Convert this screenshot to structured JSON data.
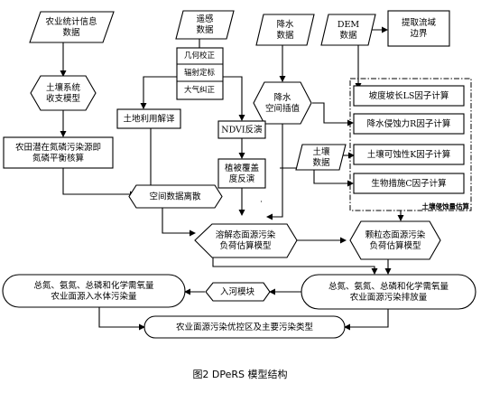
{
  "nodes": {
    "agri_stats": "农业统计信息\n数据",
    "remote_sensing": "遥感\n数据",
    "precipitation": "降水\n数据",
    "dem": "DEM\n数据",
    "extract_boundary": "提取流域\n边界",
    "soil_budget_model": "土壤系统\n收支模型",
    "geometric_correction": "几何校正",
    "radiometric_calibration": "辐射定标",
    "atmospheric_correction": "大气纠正",
    "land_use": "土地利用解译",
    "precip_interp": "降水\n空间插值",
    "ndvi_inversion": "NDVI反演",
    "veg_cover_inversion": "植被覆盖\n度反演",
    "soil_data": "土壤\n数据",
    "nutrient_balance": "农田潜在氮磷污染源即\n氮磷平衡核算",
    "spatial_discrete": "空间数据离散",
    "ls_factor": "坡度坡长LS因子计算",
    "r_factor": "降水侵蚀力R因子计算",
    "k_factor": "土壤可蚀性K因子计算",
    "c_factor": "生物措施C因子计算",
    "soil_erosion_label": "土壤侵蚀量估算",
    "dissolved_model": "溶解态面源污染\n负荷估算模型",
    "particulate_model": "颗粒态面源污染\n负荷估算模型",
    "river_input_load": "总氮、氨氮、总磷和化学需氧量\n农业面源入水体污染量",
    "river_entry_module": "入河模块",
    "emission_load": "总氮、氨氮、总磷和化学需氧量\n农业面源污染排放量",
    "priority_areas": "农业面源污染优控区及主要污染类型"
  },
  "caption": "图2   DPeRS 模型结构"
}
